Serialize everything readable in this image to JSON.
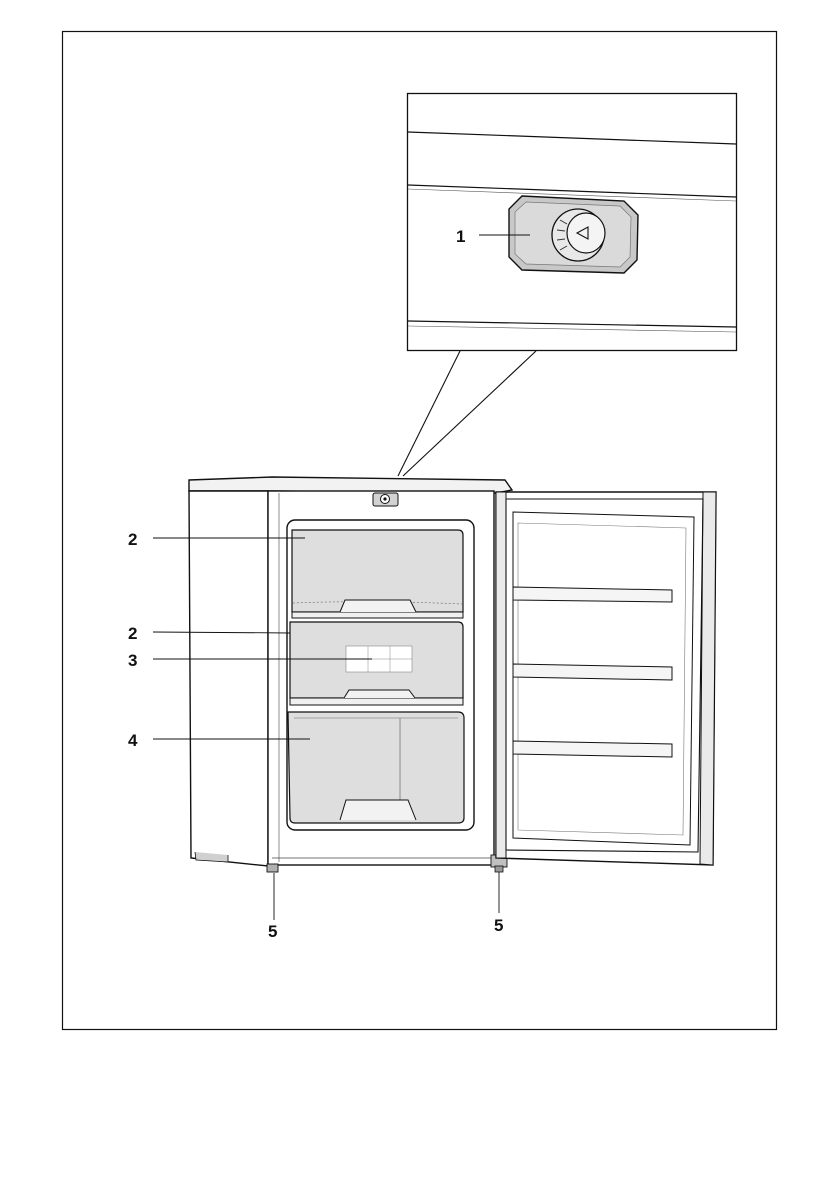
{
  "diagram": {
    "callouts": [
      {
        "id": "c1",
        "number": "1",
        "part": "temperature-control-knob"
      },
      {
        "id": "c2a",
        "number": "2",
        "part": "upper-freezer-drawer"
      },
      {
        "id": "c2b",
        "number": "2",
        "part": "middle-freezer-drawer"
      },
      {
        "id": "c3",
        "number": "3",
        "part": "drawer-label-plate"
      },
      {
        "id": "c4",
        "number": "4",
        "part": "bottom-freezer-drawer"
      },
      {
        "id": "c5a",
        "number": "5",
        "part": "front-left-foot"
      },
      {
        "id": "c5b",
        "number": "5",
        "part": "door-hinge-foot"
      }
    ]
  }
}
